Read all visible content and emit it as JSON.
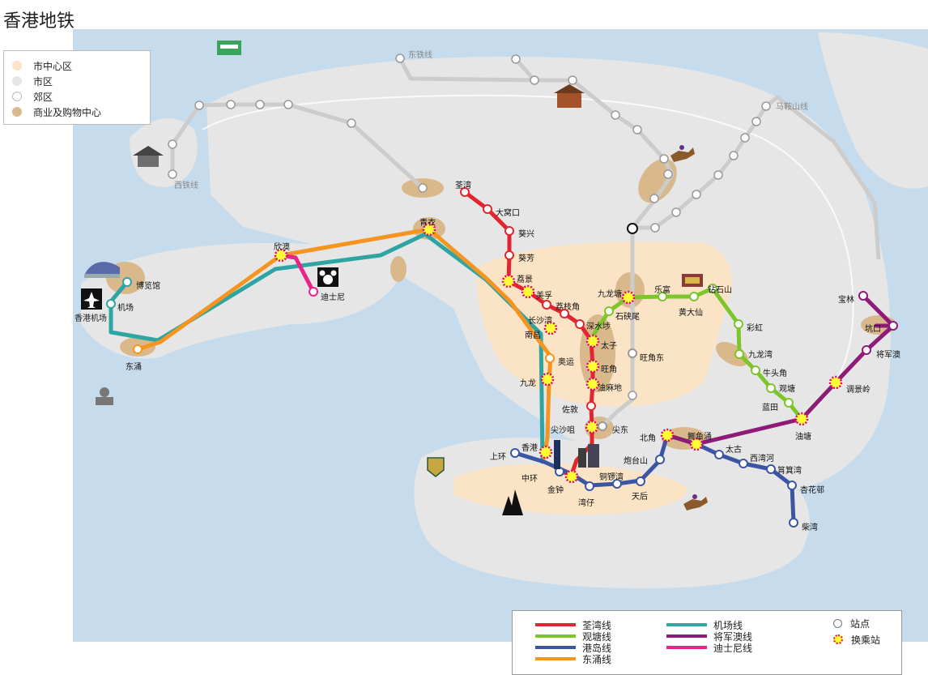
{
  "title": "香港地铁",
  "colors": {
    "sea": "#c6dced",
    "land": "#e8e8e8",
    "urban_core": "#fbe3c5",
    "shopping": "#d9b98c",
    "tsuen_wan": "#e2262f",
    "kwun_tong": "#7dc52b",
    "island": "#3b55a3",
    "tung_chung": "#f5941e",
    "airport": "#2ea5a3",
    "tko": "#8e1b77",
    "disney": "#e8248b",
    "rail": "#cccccc"
  },
  "zone_legend": [
    {
      "label": "市中心区",
      "color": "#fbe3c5"
    },
    {
      "label": "市区",
      "color": "#e6e6e6"
    },
    {
      "label": "郊区",
      "color": "#ffffff"
    },
    {
      "label": "商业及购物中心",
      "color": "#d9b98c"
    }
  ],
  "line_legend": {
    "lines": [
      {
        "label": "荃湾线",
        "color": "#e2262f"
      },
      {
        "label": "观塘线",
        "color": "#7dc52b"
      },
      {
        "label": "港岛线",
        "color": "#3b55a3"
      },
      {
        "label": "东涌线",
        "color": "#f5941e"
      },
      {
        "label": "机场线",
        "color": "#2ea5a3"
      },
      {
        "label": "将军澳线",
        "color": "#8e1b77"
      },
      {
        "label": "迪士尼线",
        "color": "#e8248b"
      }
    ],
    "station": "站点",
    "interchange": "换乘站"
  },
  "rail_labels": {
    "east_rail": "东铁线",
    "west_rail": "西铁线",
    "ma_on_shan": "马鞍山线"
  },
  "stations": [
    {
      "id": "tsuen_wan",
      "name": "荃湾",
      "type": "station"
    },
    {
      "id": "tai_wo_hau",
      "name": "大窝口",
      "type": "station"
    },
    {
      "id": "kwai_hing",
      "name": "葵兴",
      "type": "station"
    },
    {
      "id": "kwai_fong",
      "name": "葵芳",
      "type": "station"
    },
    {
      "id": "lai_king",
      "name": "荔景",
      "type": "interchange"
    },
    {
      "id": "mei_foo",
      "name": "美孚",
      "type": "interchange"
    },
    {
      "id": "lai_chi_kok",
      "name": "荔枝角",
      "type": "station"
    },
    {
      "id": "cheung_sha_wan",
      "name": "长沙湾",
      "type": "station"
    },
    {
      "id": "nam_cheong",
      "name": "南昌",
      "type": "interchange"
    },
    {
      "id": "sham_shui_po",
      "name": "深水埗",
      "type": "station"
    },
    {
      "id": "prince_edward",
      "name": "太子",
      "type": "interchange"
    },
    {
      "id": "mong_kok",
      "name": "旺角",
      "type": "interchange"
    },
    {
      "id": "yau_ma_tei",
      "name": "油麻地",
      "type": "interchange"
    },
    {
      "id": "jordan",
      "name": "佐敦",
      "type": "station"
    },
    {
      "id": "tsim_sha_tsui",
      "name": "尖沙咀",
      "type": "interchange"
    },
    {
      "id": "east_tst",
      "name": "尖东",
      "type": "station"
    },
    {
      "id": "olympic",
      "name": "奥运",
      "type": "station"
    },
    {
      "id": "kowloon",
      "name": "九龙",
      "type": "interchange"
    },
    {
      "id": "hong_kong",
      "name": "香港",
      "type": "interchange"
    },
    {
      "id": "central",
      "name": "中环",
      "type": "station"
    },
    {
      "id": "admiralty",
      "name": "金钟",
      "type": "interchange"
    },
    {
      "id": "sheung_wan",
      "name": "上环",
      "type": "station"
    },
    {
      "id": "wan_chai",
      "name": "湾仔",
      "type": "station"
    },
    {
      "id": "causeway_bay",
      "name": "铜锣湾",
      "type": "station"
    },
    {
      "id": "tin_hau",
      "name": "天后",
      "type": "station"
    },
    {
      "id": "fortress_hill",
      "name": "炮台山",
      "type": "station"
    },
    {
      "id": "north_point",
      "name": "北角",
      "type": "interchange"
    },
    {
      "id": "quarry_bay",
      "name": "鲗鱼涌",
      "type": "interchange"
    },
    {
      "id": "tai_koo",
      "name": "太古",
      "type": "station"
    },
    {
      "id": "sai_wan_ho",
      "name": "西湾河",
      "type": "station"
    },
    {
      "id": "shau_kei_wan",
      "name": "筲箕湾",
      "type": "station"
    },
    {
      "id": "heng_fa_chuen",
      "name": "杏花邨",
      "type": "station"
    },
    {
      "id": "chai_wan",
      "name": "柴湾",
      "type": "station"
    },
    {
      "id": "tsing_yi",
      "name": "青衣",
      "type": "interchange"
    },
    {
      "id": "sunny_bay",
      "name": "欣澳",
      "type": "interchange"
    },
    {
      "id": "disneyland",
      "name": "迪士尼",
      "type": "station"
    },
    {
      "id": "tung_chung",
      "name": "东涌",
      "type": "station"
    },
    {
      "id": "airport",
      "name": "机场",
      "type": "station"
    },
    {
      "id": "asiaworld",
      "name": "博览馆",
      "type": "station"
    },
    {
      "id": "kowloon_tong",
      "name": "九龙塘",
      "type": "interchange"
    },
    {
      "id": "shek_kip_mei",
      "name": "石硖尾",
      "type": "station"
    },
    {
      "id": "lok_fu",
      "name": "乐富",
      "type": "station"
    },
    {
      "id": "wong_tai_sin",
      "name": "黄大仙",
      "type": "station"
    },
    {
      "id": "diamond_hill",
      "name": "钻石山",
      "type": "station"
    },
    {
      "id": "choi_hung",
      "name": "彩虹",
      "type": "station"
    },
    {
      "id": "kowloon_bay",
      "name": "九龙湾",
      "type": "station"
    },
    {
      "id": "ngau_tau_kok",
      "name": "牛头角",
      "type": "station"
    },
    {
      "id": "kwun_tong",
      "name": "观塘",
      "type": "station"
    },
    {
      "id": "lam_tin",
      "name": "蓝田",
      "type": "station"
    },
    {
      "id": "yau_tong",
      "name": "油塘",
      "type": "interchange"
    },
    {
      "id": "tiu_keng_leng",
      "name": "调景岭",
      "type": "interchange"
    },
    {
      "id": "tseung_kwan_o",
      "name": "将军澳",
      "type": "station"
    },
    {
      "id": "hang_hau",
      "name": "坑口",
      "type": "station"
    },
    {
      "id": "po_lam",
      "name": "宝林",
      "type": "station"
    },
    {
      "id": "mong_kok_east",
      "name": "旺角东",
      "type": "station"
    },
    {
      "id": "hk_airport",
      "name": "香港机场",
      "type": "label"
    }
  ]
}
